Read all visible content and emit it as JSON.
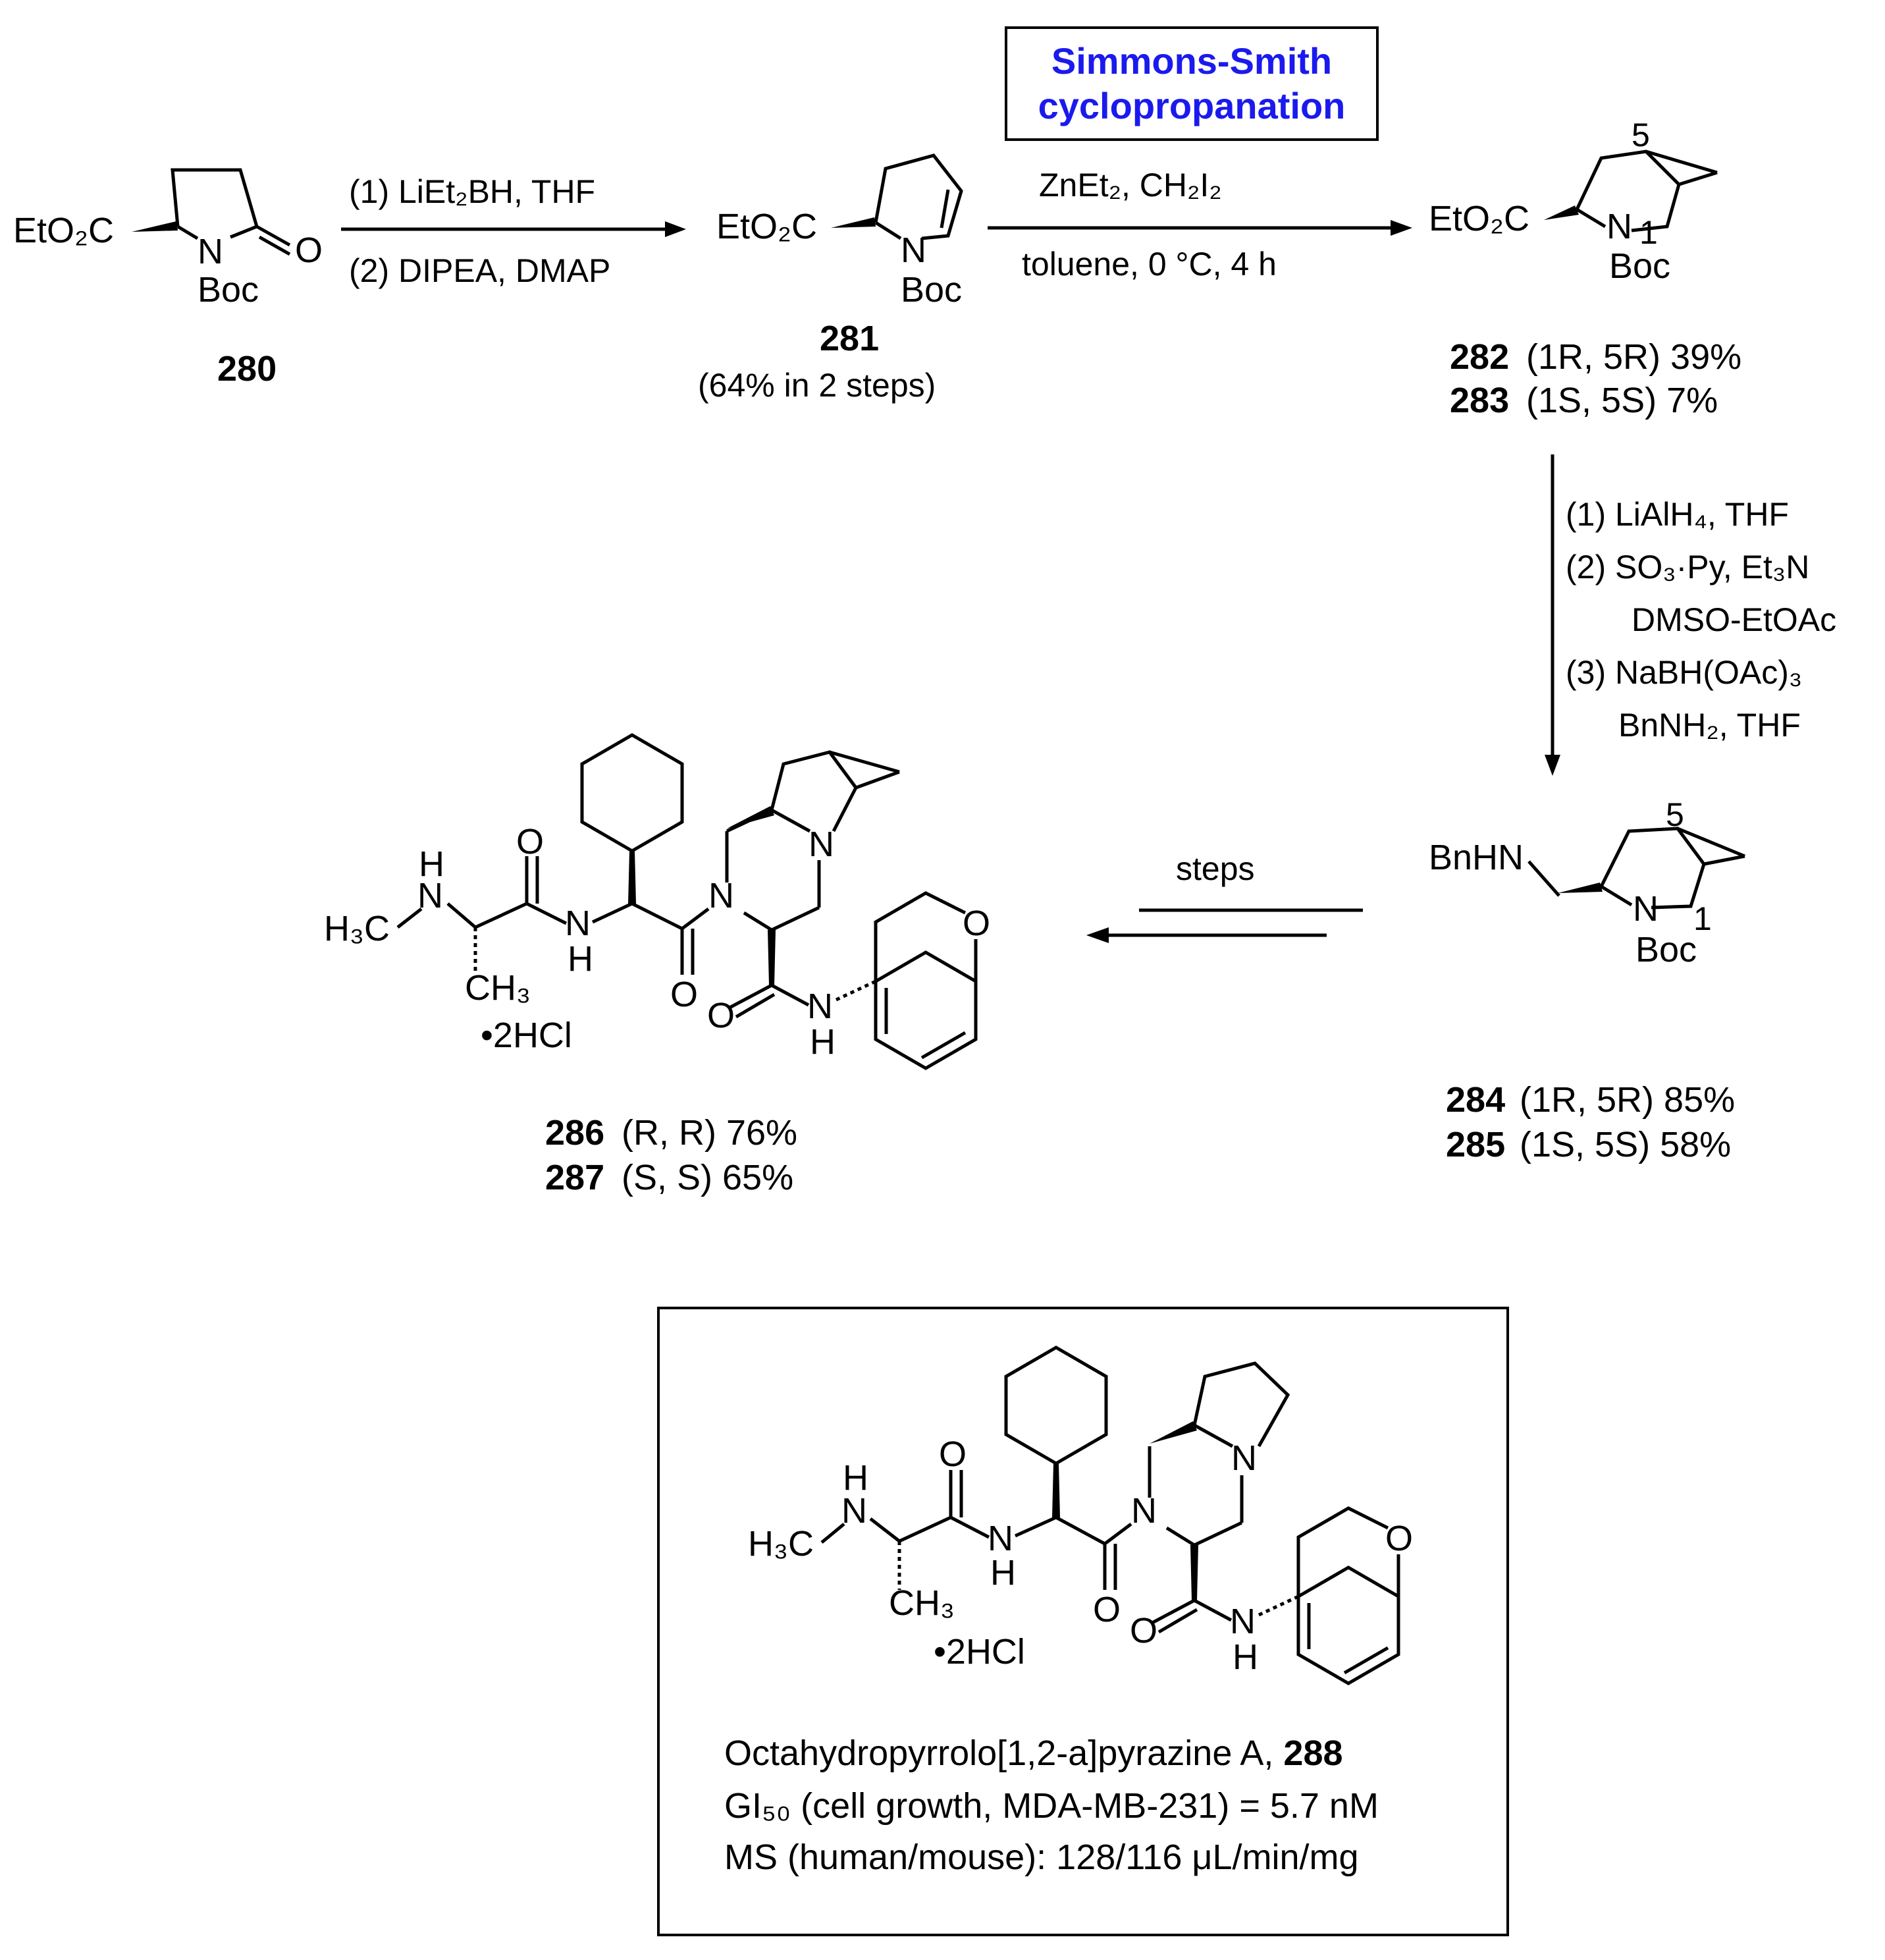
{
  "title_box": {
    "line1": "Simmons-Smith",
    "line2": "cyclopropanation",
    "color": "#1a1aee"
  },
  "atoms": {
    "eto2c": "EtO₂C",
    "n": "N",
    "boc": "Boc",
    "o": "O",
    "h": "H",
    "bnhn": "BnHN",
    "h3c": "H₃C",
    "ch3": "CH₃",
    "n_h": "N",
    "salt": "•2HCl",
    "pos1": "1",
    "pos5": "5"
  },
  "step1": {
    "line1": "(1) LiEt₂BH, THF",
    "line2": "(2) DIPEA, DMAP"
  },
  "step2": {
    "line1": "ZnEt₂, CH₂I₂",
    "line2": "toluene, 0 °C, 4 h"
  },
  "step3": {
    "line1": "(1) LiAlH₄, THF",
    "line2": "(2) SO₃·Py, Et₃N",
    "line3": "DMSO-EtOAc",
    "line4": "(3) NaBH(OAc)₃",
    "line5": "BnNH₂, THF"
  },
  "step4": {
    "label": "steps"
  },
  "compounds": {
    "c280": {
      "id": "280"
    },
    "c281": {
      "id": "281",
      "note": "(64% in 2 steps)"
    },
    "c282": {
      "id": "282",
      "config": "(1R, 5R) 39%"
    },
    "c283": {
      "id": "283",
      "config": "(1S, 5S) 7%"
    },
    "c284": {
      "id": "284",
      "config": "(1R, 5R) 85%"
    },
    "c285": {
      "id": "285",
      "config": "(1S, 5S) 58%"
    },
    "c286": {
      "id": "286",
      "config": "(R, R) 76%"
    },
    "c287": {
      "id": "287",
      "config": "(S, S) 65%"
    }
  },
  "info_box": {
    "name": "Octahydropyrrolo[1,2-a]pyrazine A, ",
    "id": "288",
    "gi50": "GI₅₀ (cell growth, MDA-MB-231) = 5.7 nM",
    "ms": "MS (human/mouse): 128/116 μL/min/mg"
  }
}
